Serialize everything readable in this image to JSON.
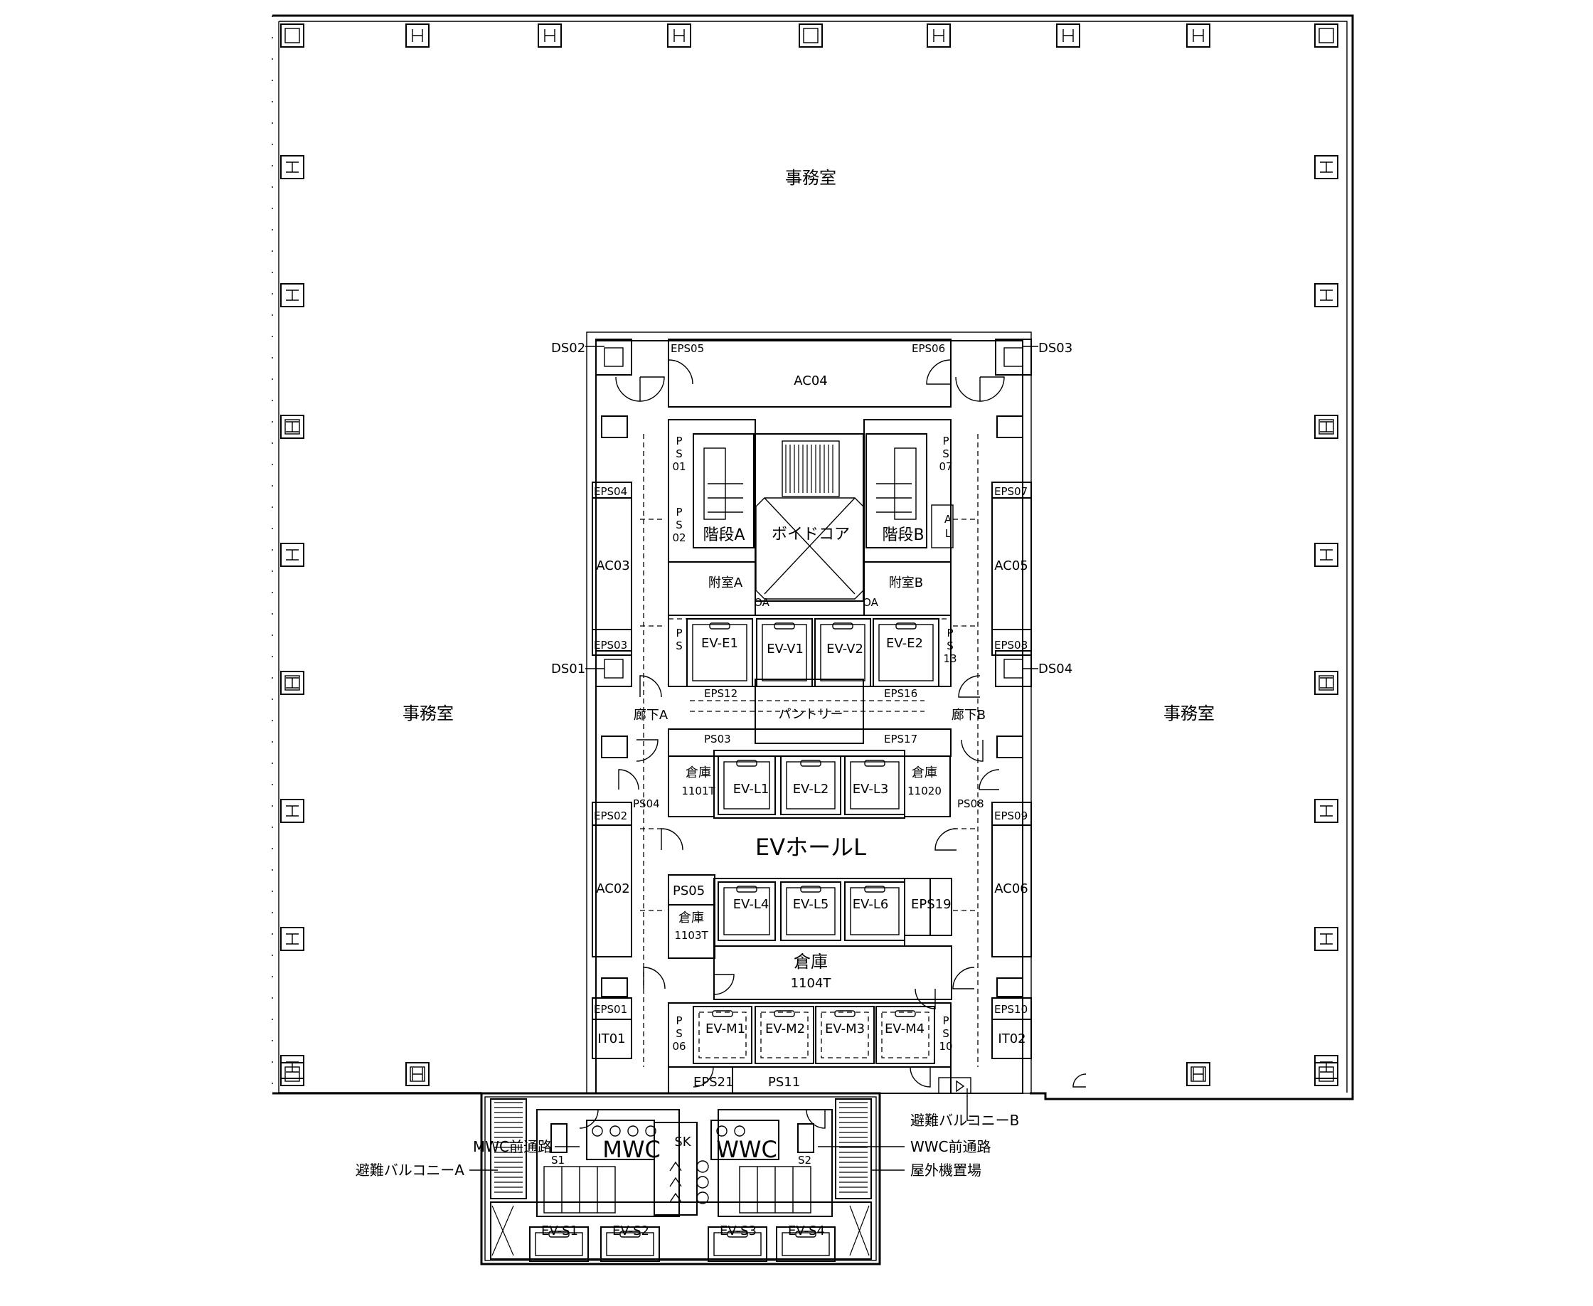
{
  "rooms": {
    "office_top": "事務室",
    "office_left": "事務室",
    "office_right": "事務室",
    "ac04": "AC04",
    "ac03": "AC03",
    "ac05": "AC05",
    "ac02": "AC02",
    "ac06": "AC06",
    "void_core": "ボイドコア",
    "stair_a": "階段A",
    "stair_b": "階段B",
    "vestibule_a": "附室A",
    "vestibule_b": "附室B",
    "oa_left": "OA",
    "oa_right": "OA",
    "al": "A\nL",
    "pantry": "パントリー",
    "corridor_a": "廊下A",
    "corridor_b": "廊下B",
    "ev_hall": "EVホールL",
    "mwc": "MWC",
    "wwc": "WWC",
    "sk": "SK",
    "it01": "IT01",
    "it02": "IT02"
  },
  "storage": [
    {
      "key": "s1101",
      "label": "倉庫",
      "code": "1101T"
    },
    {
      "key": "s1102",
      "label": "倉庫",
      "code": "11020"
    },
    {
      "key": "s1103",
      "label": "倉庫",
      "code": "1103T"
    },
    {
      "key": "s1104",
      "label": "倉庫",
      "code": "1104T"
    }
  ],
  "shafts": {
    "ds02": "DS02",
    "ds03": "DS03",
    "ds01": "DS01",
    "ds04": "DS04",
    "eps05": "EPS05",
    "eps06": "EPS06",
    "eps04": "EPS04",
    "eps07": "EPS07",
    "eps03": "EPS03",
    "eps08": "EPS08",
    "eps12": "EPS12",
    "eps16": "EPS16",
    "eps17": "EPS17",
    "eps02": "EPS02",
    "eps09": "EPS09",
    "eps19": "EPS19",
    "eps01": "EPS01",
    "eps10": "EPS10",
    "eps21": "EPS21",
    "ps03": "PS03",
    "ps04": "PS04",
    "ps08": "PS08",
    "ps05": "PS05",
    "ps11": "PS11",
    "ps01": "P\nS\n01",
    "ps02": "P\nS\n02",
    "ps07": "P\nS\n07",
    "ps_e_left": "P\nS",
    "ps13": "P\nS\n13",
    "ps06": "P\nS\n06",
    "ps10": "P\nS\n10",
    "s1": "S1",
    "s2": "S2"
  },
  "elevators": {
    "e1": "EV-E1",
    "e2": "EV-E2",
    "v1": "EV-V1",
    "v2": "EV-V2",
    "l1": "EV-L1",
    "l2": "EV-L2",
    "l3": "EV-L3",
    "l4": "EV-L4",
    "l5": "EV-L5",
    "l6": "EV-L6",
    "m1": "EV-M1",
    "m2": "EV-M2",
    "m3": "EV-M3",
    "m4": "EV-M4",
    "s1": "EV-S1",
    "s2": "EV-S2",
    "s3": "EV-S3",
    "s4": "EV-S4"
  },
  "callouts": {
    "balcony_b": "避難バルコニーB",
    "mwc_passage": "MWC前通路",
    "balcony_a": "避難バルコニーA",
    "wwc_passage": "WWC前通路",
    "outdoor_units": "屋外機置場"
  }
}
